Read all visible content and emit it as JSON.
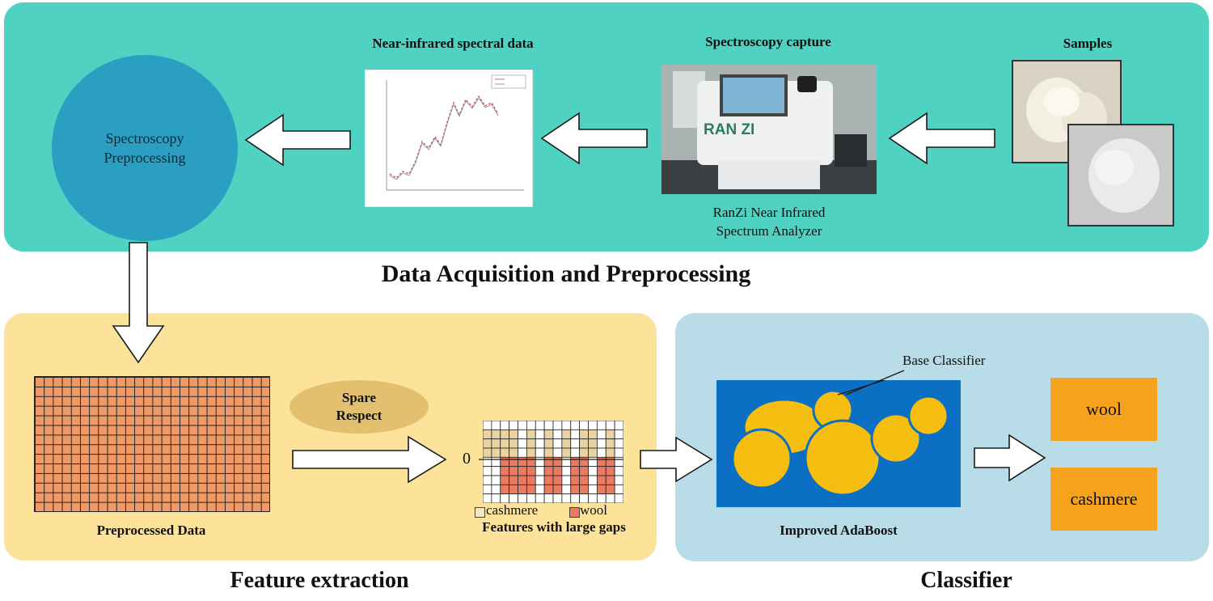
{
  "top_panel": {
    "section_title": "Data Acquisition and Preprocessing",
    "preprocess_circle": "Spectroscopy\nPreprocessing",
    "spectral_title": "Near-infrared spectral data",
    "capture_title": "Spectroscopy capture",
    "device_brand": "RAN ZI",
    "device_caption": "RanZi Near Infrared\nSpectrum Analyzer",
    "samples_title": "Samples"
  },
  "feature_panel": {
    "section_title": "Feature extraction",
    "matrix_caption": "Preprocessed Data",
    "method_ellipse": "Spare\nRespect",
    "zero_label": "0",
    "legend_cashmere": "cashmere",
    "legend_wool": "wool",
    "features_caption": "Features with large gaps"
  },
  "classifier_panel": {
    "section_title": "Classifier",
    "base_classifier_label": "Base Classifier",
    "model_caption": "Improved AdaBoost",
    "output_wool": "wool",
    "output_cashmere": "cashmere"
  },
  "colors": {
    "top_panel": "#4fd2c2",
    "feature_panel": "#fde29a",
    "classifier_panel": "#b8dde8",
    "circle": "#2a9fc1",
    "grid_fill": "#ef9a66",
    "cashmere": "#e9d3a2",
    "wool": "#e97b62",
    "model_bg": "#0b6fc4",
    "base_classifier": "#f6be10",
    "output_box": "#f6a21d"
  }
}
